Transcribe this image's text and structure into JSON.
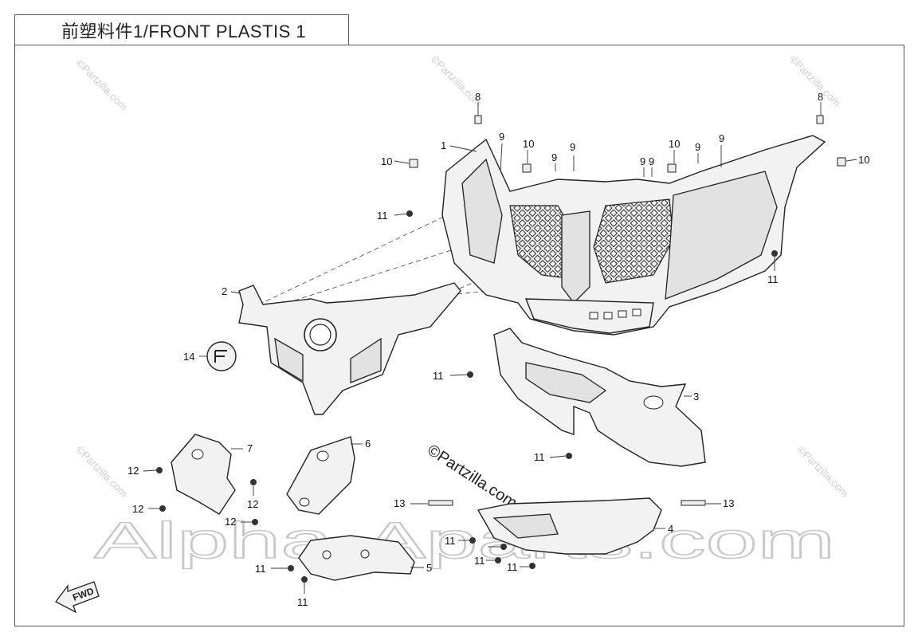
{
  "title": "前塑料件1/FRONT PLASTIS 1",
  "watermarks": {
    "partzilla_small": "©Partzilla.com",
    "partzilla_center": "©Partzilla.com",
    "alpha": "Alpha-Aparts.com"
  },
  "fwd_label": "FWD",
  "callouts": {
    "c1": "1",
    "c2": "2",
    "c3": "3",
    "c4": "4",
    "c5": "5",
    "c6": "6",
    "c7": "7",
    "c8a": "8",
    "c8b": "8",
    "c9a": "9",
    "c9b": "9",
    "c9c": "9",
    "c9d": "9",
    "c9e": "9",
    "c9f": "9",
    "c10a": "10",
    "c10b": "10",
    "c10c": "10",
    "c10d": "10",
    "c11a": "11",
    "c11b": "11",
    "c11c": "11",
    "c11d": "11",
    "c11e": "11",
    "c11f": "11",
    "c11g": "11",
    "c11h": "11",
    "c11i": "11",
    "c12a": "12",
    "c12b": "12",
    "c12c": "12",
    "c12d": "12",
    "c13a": "13",
    "c13b": "13",
    "c14": "14"
  }
}
